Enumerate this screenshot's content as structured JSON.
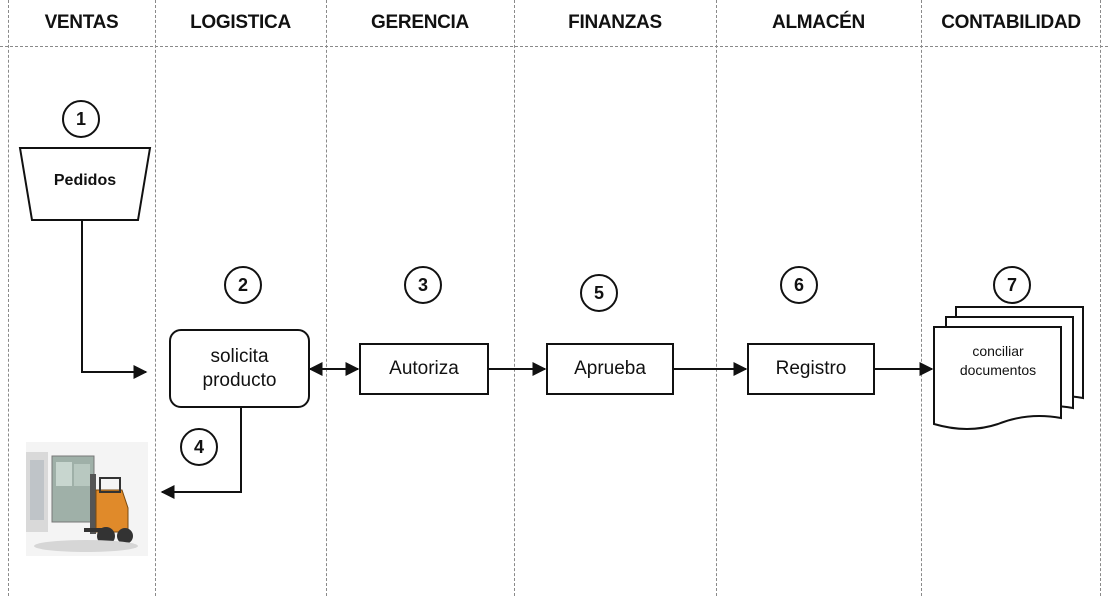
{
  "lanes": [
    {
      "label": "VENTAS"
    },
    {
      "label": "LOGISTICA"
    },
    {
      "label": "GERENCIA"
    },
    {
      "label": "FINANZAS"
    },
    {
      "label": "ALMACÉN"
    },
    {
      "label": "CONTABILIDAD"
    }
  ],
  "steps": {
    "s1": "1",
    "s2": "2",
    "s3": "3",
    "s4": "4",
    "s5": "5",
    "s6": "6",
    "s7": "7"
  },
  "nodes": {
    "pedidos": "Pedidos",
    "solicita_line1": "solicita",
    "solicita_line2": "producto",
    "autoriza": "Autoriza",
    "aprueba": "Aprueba",
    "registro": "Registro",
    "conciliar_line1": "conciliar",
    "conciliar_line2": "documentos"
  },
  "icons": {
    "warehouse": "forklift-truck-photo"
  },
  "colors": {
    "line": "#111111",
    "lane_divider": "#8a8a8a",
    "background": "#ffffff"
  }
}
